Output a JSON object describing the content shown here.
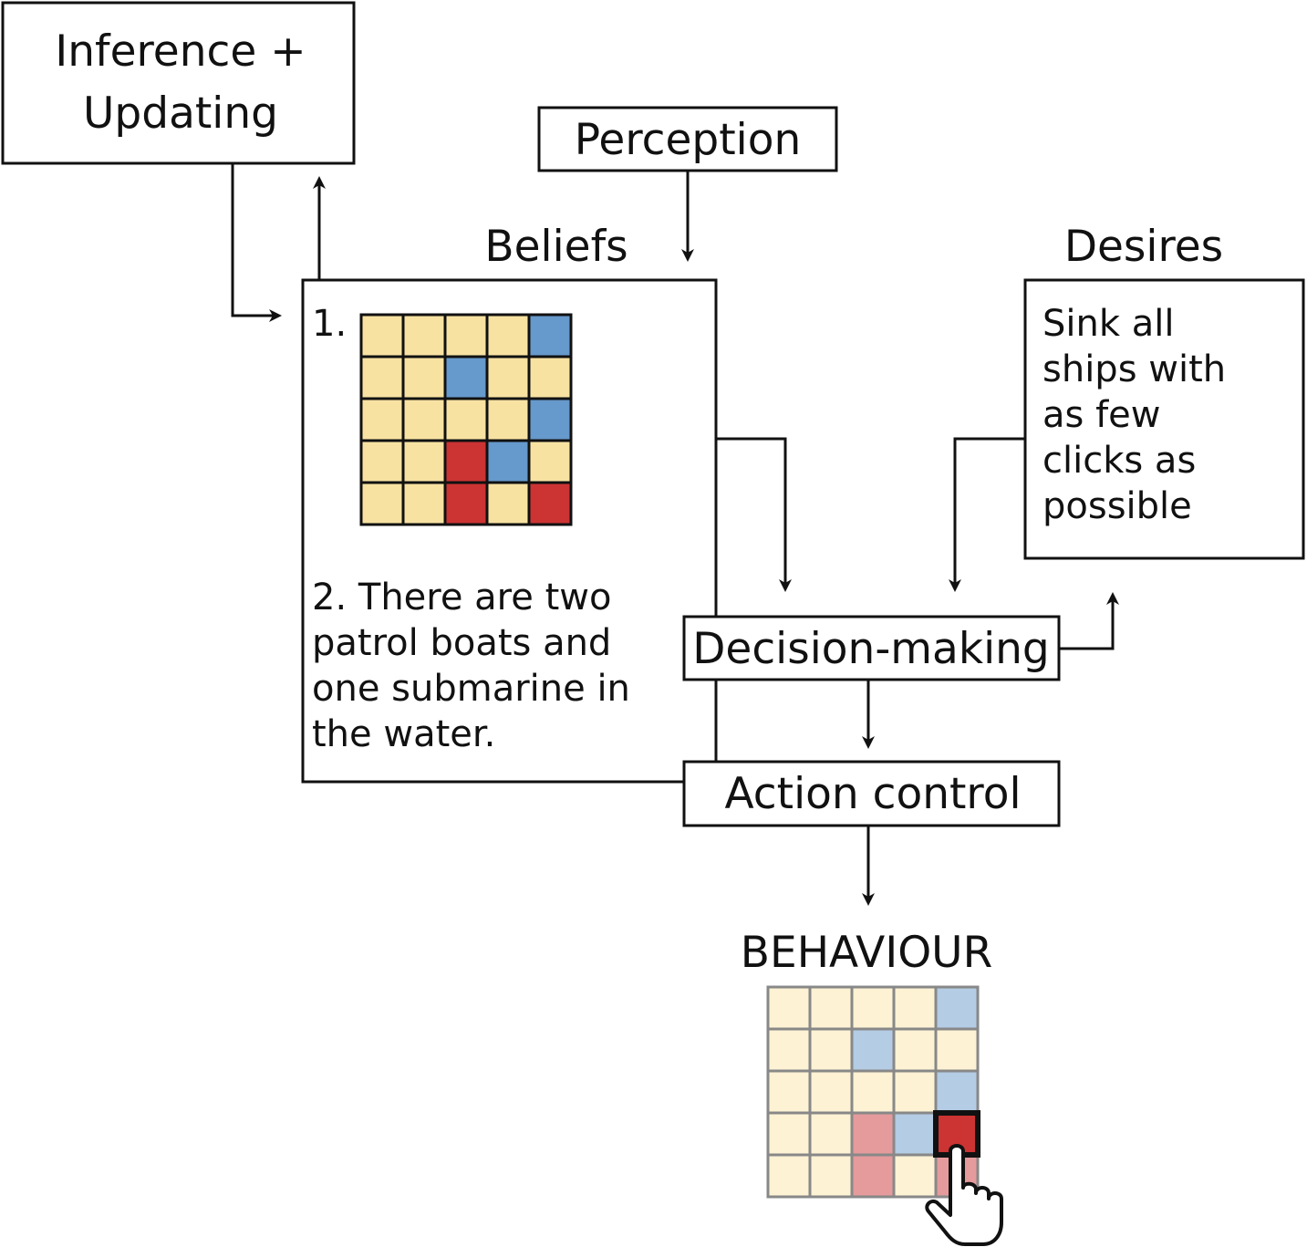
{
  "boxes": {
    "inference": {
      "line1": "Inference +",
      "line2": "Updating"
    },
    "perception": "Perception",
    "decision": "Decision-making",
    "action": "Action control"
  },
  "labels": {
    "beliefs": "Beliefs",
    "desires": "Desires",
    "behaviour": "BEHAVIOUR"
  },
  "beliefs": {
    "item1": "1.",
    "item2_lines": [
      "2. There are two",
      "patrol boats and",
      "one submarine in",
      "the water."
    ],
    "grid": [
      [
        "Y",
        "Y",
        "Y",
        "Y",
        "B"
      ],
      [
        "Y",
        "Y",
        "B",
        "Y",
        "Y"
      ],
      [
        "Y",
        "Y",
        "Y",
        "Y",
        "B"
      ],
      [
        "Y",
        "Y",
        "R",
        "B",
        "Y"
      ],
      [
        "Y",
        "Y",
        "R",
        "Y",
        "R"
      ]
    ]
  },
  "desires": {
    "lines": [
      "Sink all",
      "ships with",
      "as few",
      "clicks as",
      "possible"
    ]
  },
  "behaviour": {
    "grid": [
      [
        "Y",
        "Y",
        "Y",
        "Y",
        "B"
      ],
      [
        "Y",
        "Y",
        "B",
        "Y",
        "Y"
      ],
      [
        "Y",
        "Y",
        "Y",
        "Y",
        "B"
      ],
      [
        "Y",
        "Y",
        "R",
        "B",
        "S"
      ],
      [
        "Y",
        "Y",
        "R",
        "Y",
        "R"
      ]
    ],
    "cursor_icon": "hand-pointer-icon"
  },
  "colors": {
    "yellow": "#f8e2a2",
    "blue": "#6699cc",
    "red": "#cc3333",
    "yellow_faded": "#fdf2d4",
    "blue_faded": "#b4cce4",
    "red_faded": "#e59a9c",
    "red_selected": "#cc3333"
  }
}
